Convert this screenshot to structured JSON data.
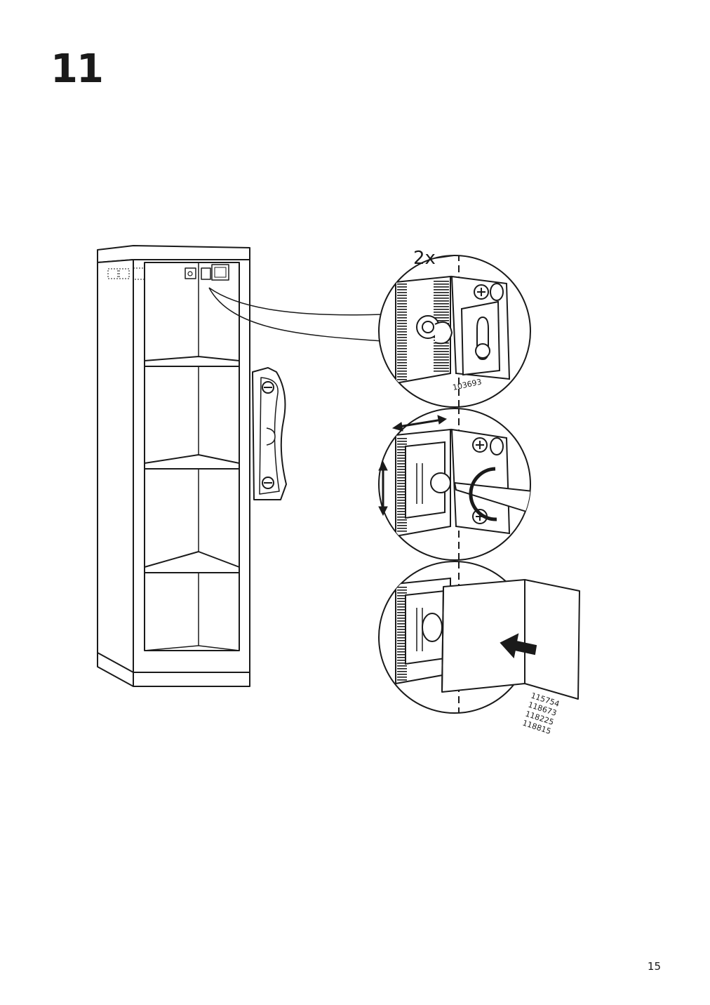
{
  "step": {
    "number": "11"
  },
  "page": {
    "number": "15"
  },
  "detail_views": {
    "quantity_label": "2x",
    "view1_part_number": "103693",
    "view3_part_numbers": [
      "115754",
      "118673",
      "118225",
      "118815"
    ]
  },
  "icons": [
    "shelf-unit",
    "wall-bracket",
    "magnifier-callout",
    "double-arrow-horizontal",
    "double-arrow-vertical",
    "rotate-arrow",
    "screwdriver",
    "push-arrow"
  ]
}
